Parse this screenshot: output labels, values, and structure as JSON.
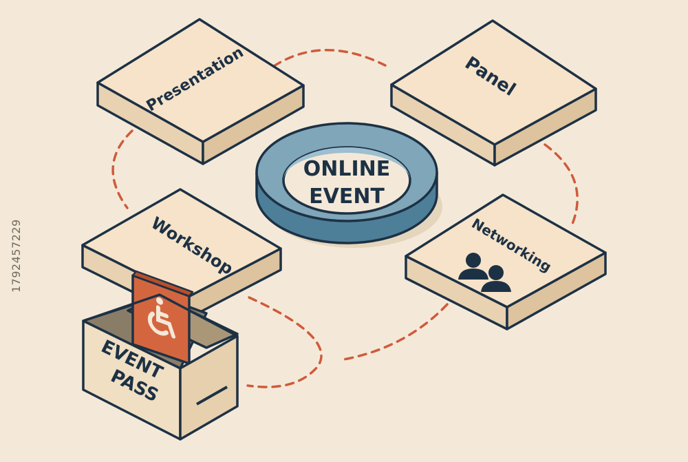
{
  "diagram": {
    "center_label_line1": "ONLINE",
    "center_label_line2": "EVENT",
    "nodes": {
      "presentation": "Presentation",
      "panel": "Panel",
      "workshop": "Workshop",
      "networking": "Networking"
    },
    "event_pass_line1": "EVENT",
    "event_pass_line2": "PASS",
    "icons": [
      "accessibility-icon",
      "people-icon"
    ],
    "colors": {
      "background": "#f4e9d8",
      "tile_top": "#f6e3c9",
      "tile_side": "#e8d2b2",
      "outline": "#1d3145",
      "ring": "#7fa6b9",
      "connector": "#d05a3c",
      "accessibility_card": "#d4663f"
    }
  },
  "watermark_id": "1792457229"
}
